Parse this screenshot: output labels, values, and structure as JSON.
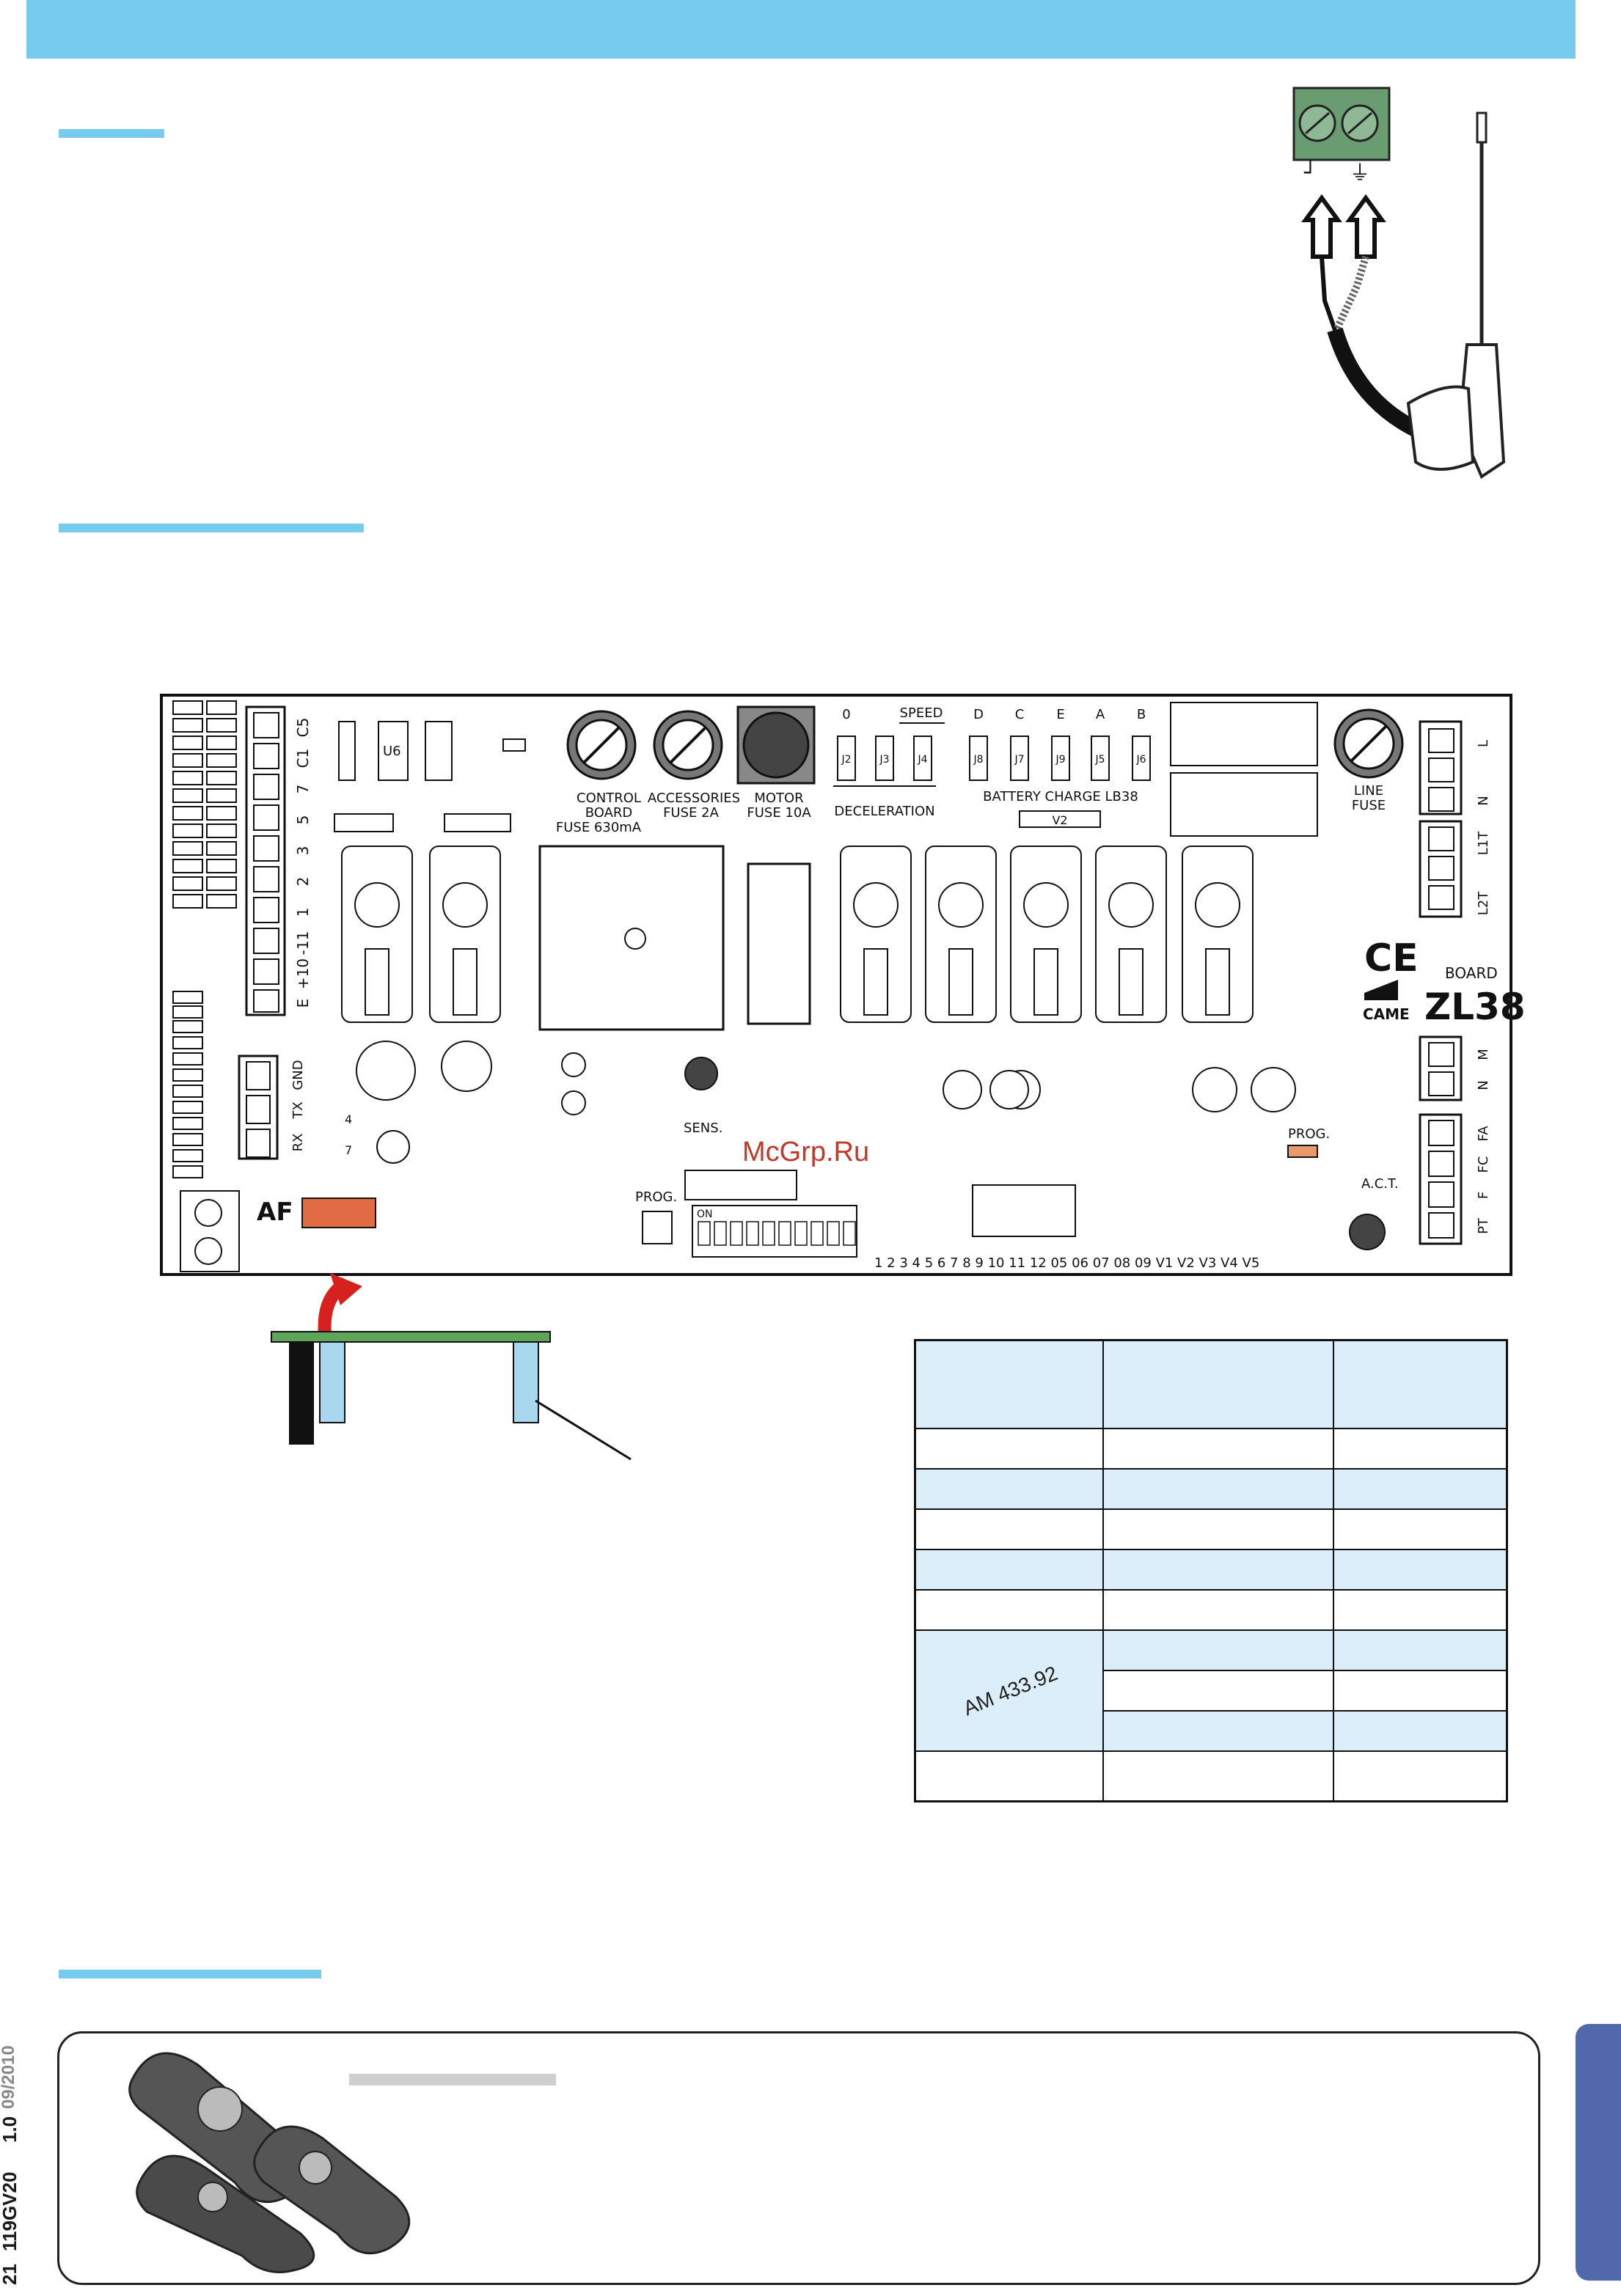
{
  "header": {
    "color": "#76cbef"
  },
  "side_code": {
    "page": "21",
    "doc_code": "119GV20",
    "revision": "1.0",
    "date": "09/2010"
  },
  "watermark": "McGrp.Ru",
  "antenna": {
    "terminal_symbols": [
      "┘",
      "⏚"
    ]
  },
  "board": {
    "model": "ZL38",
    "brand": "CAME",
    "board_label": "BOARD",
    "ce_mark": "CE",
    "terminals_left": [
      "C5",
      "C1",
      "7",
      "5",
      "3",
      "2",
      "1",
      "-11",
      "+10",
      "E"
    ],
    "serial_terminals": [
      "GND",
      "TX",
      "RX"
    ],
    "terminals_right_top": [
      "L",
      "N"
    ],
    "terminals_right_mid": [
      "L1T",
      "L2T"
    ],
    "terminals_right_motor": [
      "M",
      "N"
    ],
    "terminals_right_safety": [
      "FA",
      "FC",
      "F",
      "PT"
    ],
    "fuse_labels": {
      "control": [
        "CONTROL",
        "BOARD",
        "FUSE 630mA"
      ],
      "accessories": [
        "ACCESSORIES",
        "FUSE 2A"
      ],
      "motor": [
        "MOTOR",
        "FUSE 10A"
      ],
      "line": [
        "LINE",
        "FUSE"
      ]
    },
    "jumper_letters": [
      "0",
      "D",
      "C",
      "E",
      "A",
      "B"
    ],
    "speed_label": "SPEED",
    "jumpers": [
      "J2",
      "J3",
      "J4",
      "J8",
      "J7",
      "J9",
      "J5",
      "J6"
    ],
    "deceleration_label": "DECELERATION",
    "battery_label": "BATTERY CHARGE LB38",
    "v2_label": "V2",
    "u6_label": "U6",
    "sens_label": "SENS.",
    "prog_label": "PROG.",
    "prog_label_2": "PROG.",
    "act_label": "A.C.T.",
    "af_label": "AF",
    "dip_on": "ON",
    "dip_numbers": [
      "1",
      "2",
      "3",
      "4",
      "5",
      "6",
      "7",
      "8",
      "9",
      "10"
    ],
    "bottom_numbers": "1 2 3 4 5 6 7 8 9 10 11 12   05 06 07 08 09   V1 V2 V3 V4 V5",
    "jumper_side": [
      "4",
      "7"
    ]
  },
  "freq_table": {
    "header": [
      "",
      "",
      ""
    ],
    "am_label": "AM 433.92",
    "rows": 8
  },
  "colors": {
    "rule": "#76cbef",
    "tab": "#5168ad",
    "pcb_green": "#6a9c71",
    "connector_orange": "#e06b45",
    "arrow_red": "#d7211f",
    "af_board": "#5ea55a",
    "light_blue": "#a8d7ef"
  }
}
